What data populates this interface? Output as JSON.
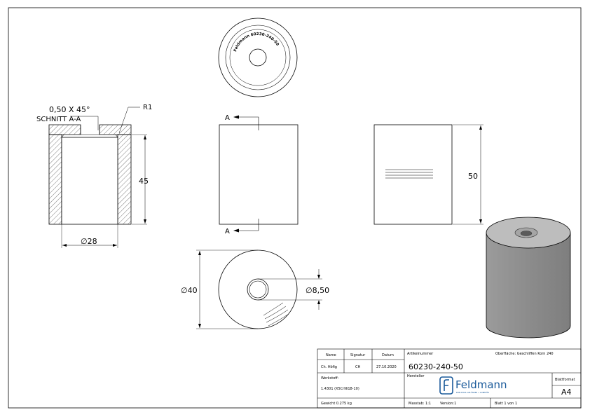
{
  "section_view": {
    "chamfer_label": "0,50 X 45°",
    "section_label": "SCHNITT A-A",
    "radius_label": "R1",
    "height_dim": "45",
    "diameter_dim": "∅28"
  },
  "top_view": {
    "engraving": "Feldmann 60230-240-50"
  },
  "front_view": {
    "section_mark_top": "A",
    "section_mark_bottom": "A"
  },
  "side_view": {
    "height_dim": "50"
  },
  "bottom_view": {
    "outer_diameter_dim": "∅40",
    "hole_diameter_dim": "∅8,50"
  },
  "title_block": {
    "name_header": "Name",
    "signature_header": "Signatur",
    "date_header": "Datum",
    "name_value": "Ch. Höfig",
    "signature_value": "CH",
    "date_value": "27.10.2020",
    "article_label": "Artikelnummer",
    "article_number": "60230-240-50",
    "surface_label": "Oberfläche: Geschliffen Korn 240",
    "manufacturer_label": "Hersteller",
    "material_label": "Werkstoff:",
    "material_value": "1.4301 (X5CrNi18-10)",
    "brand_name": "Feldmann",
    "brand_tagline": "EDELSTAHL-GELÄNDER + ZUBEHÖR",
    "format_label": "Blattformat",
    "format_value": "A4",
    "weight": "Gewicht 0.275 kg",
    "scale": "Masstab: 1:1",
    "version": "Version:1",
    "sheet": "Blatt 1 von 1"
  },
  "colors": {
    "line": "#000000",
    "hatch": "#444444",
    "iso_side": "#8a8a8a",
    "iso_top": "#bdbdbd",
    "brand": "#1a5a9a"
  }
}
